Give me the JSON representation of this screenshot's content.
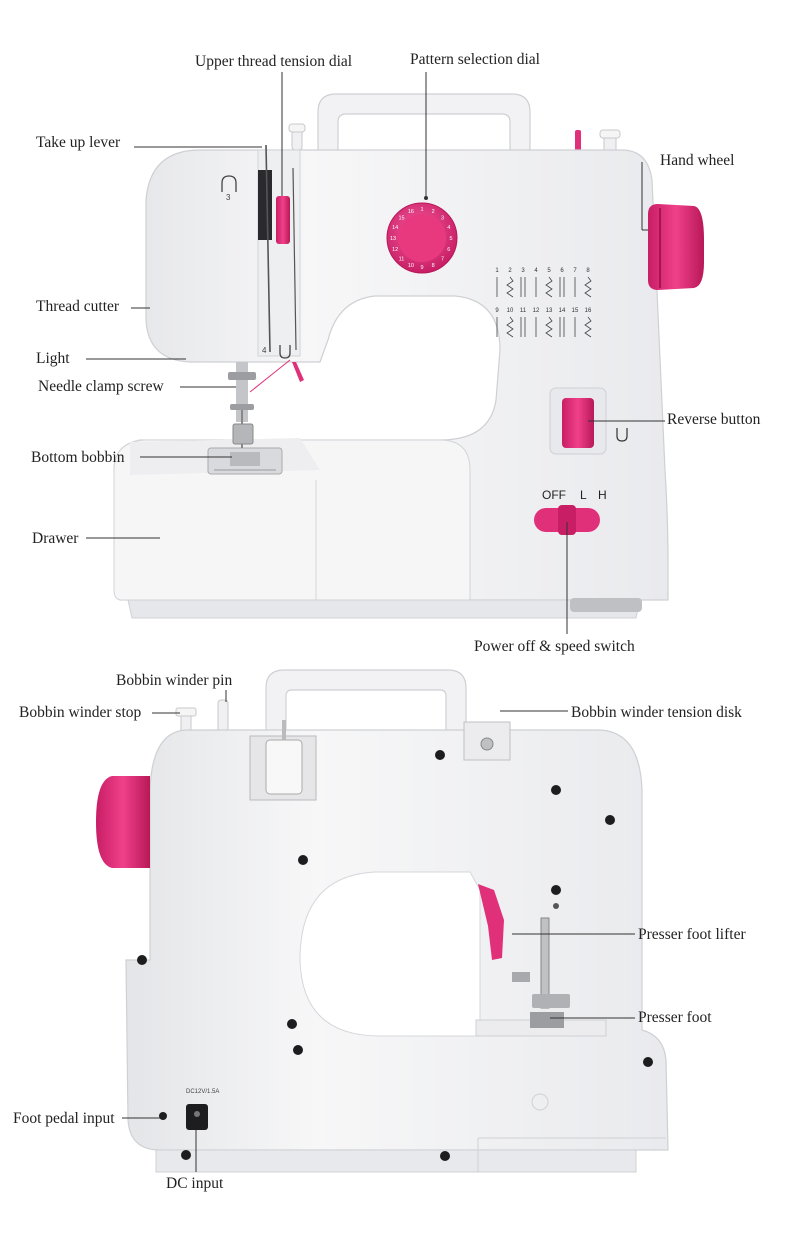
{
  "colors": {
    "accent_pink": "#e0307a",
    "body_white": "#f4f4f6",
    "shadow_grey": "#d7d8dc",
    "line": "#333333"
  },
  "front_view": {
    "labels": {
      "upper_thread_tension_dial": "Upper thread tension dial",
      "pattern_selection_dial": "Pattern selection dial",
      "take_up_lever": "Take up lever",
      "hand_wheel": "Hand wheel",
      "thread_cutter": "Thread cutter",
      "light": "Light",
      "needle_clamp_screw": "Needle clamp screw",
      "reverse_button": "Reverse button",
      "bottom_bobbin": "Bottom bobbin",
      "drawer": "Drawer",
      "power_off_speed_switch": "Power off & speed switch"
    },
    "switch_positions": [
      "OFF",
      "L",
      "H"
    ],
    "pattern_numbers_top": [
      "1",
      "2",
      "3",
      "4",
      "5",
      "6",
      "7",
      "8"
    ],
    "pattern_numbers_bottom": [
      "9",
      "10",
      "11",
      "12",
      "13",
      "14",
      "15",
      "16"
    ],
    "side_marks": {
      "top": "3",
      "bottom": "4"
    },
    "dial_numbers": [
      "1",
      "2",
      "3",
      "4",
      "5",
      "6",
      "7",
      "8",
      "9",
      "10",
      "11",
      "12",
      "13",
      "14",
      "15",
      "16"
    ]
  },
  "side_view": {
    "labels": {
      "bobbin_winder_pin": "Bobbin winder pin",
      "bobbin_winder_stop": "Bobbin winder stop",
      "bobbin_winder_tension_disk": "Bobbin winder tension disk",
      "presser_foot_lifter": "Presser foot lifter",
      "presser_foot": "Presser foot",
      "foot_pedal_input": "Foot pedal input",
      "dc_input": "DC input"
    },
    "dc_rating": "DC12V/1.5A"
  }
}
